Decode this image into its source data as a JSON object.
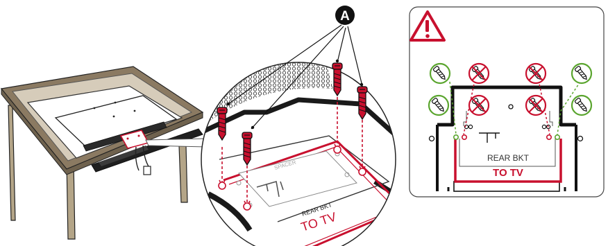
{
  "callout": {
    "label": "A"
  },
  "zoom": {
    "spacer": "SPACER",
    "rear_bkt": "REAR BKT",
    "to_tv": "TO TV"
  },
  "panel": {
    "rear_bkt": "REAR BKT",
    "to_tv": "TO TV"
  },
  "icons": [
    "warning-icon",
    "screw-ok-icon",
    "screw-prohibited-icon"
  ],
  "colors": {
    "accent": "#c8102e",
    "correct": "#5aa52e",
    "wood": "#8b7a62",
    "surface": "#c9bda8"
  }
}
